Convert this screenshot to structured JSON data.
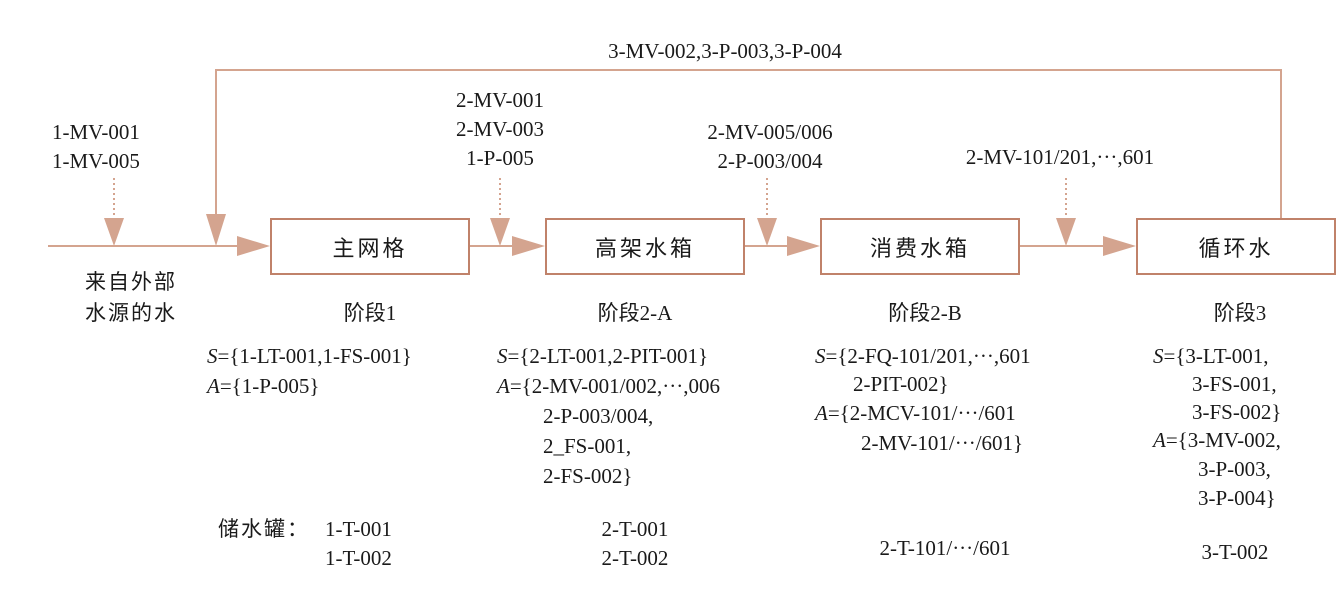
{
  "colors": {
    "line": "#d4a48f",
    "box_border": "#c0826a",
    "text": "#1a1a1a"
  },
  "top_loop_label": "3-MV-002,3-P-003,3-P-004",
  "source": {
    "valves": [
      "1-MV-001",
      "1-MV-005"
    ],
    "label": [
      "来自外部",
      "水源的水"
    ]
  },
  "actuators_1_2a": [
    "2-MV-001",
    "2-MV-003",
    "1-P-005"
  ],
  "actuators_2a_2b": [
    "2-MV-005/006",
    "2-P-003/004"
  ],
  "actuators_2b_3": "2-MV-101/201,···,601",
  "stages": [
    {
      "box": "主网格",
      "name": "阶段1",
      "S": "={1-LT-001,1-FS-001}",
      "A": [
        "={1-P-005}"
      ],
      "tanks_label": "储水罐：",
      "tanks": [
        "1-T-001",
        "1-T-002"
      ]
    },
    {
      "box": "高架水箱",
      "name": "阶段2-A",
      "S": "={2-LT-001,2-PIT-001}",
      "A": [
        "={2-MV-001/002,···,006",
        "2-P-003/004,",
        "2_FS-001,",
        "2-FS-002}"
      ],
      "tanks": [
        "2-T-001",
        "2-T-002"
      ]
    },
    {
      "box": "消费水箱",
      "name": "阶段2-B",
      "S": "={2-FQ-101/201,···,601",
      "S_cont": "2-PIT-002}",
      "A": [
        "={2-MCV-101/···/601",
        "2-MV-101/···/601}"
      ],
      "tanks": [
        "2-T-101/···/601"
      ]
    },
    {
      "box": "循环水",
      "name": "阶段3",
      "S": "={3-LT-001,",
      "S_cont": [
        "3-FS-001,",
        "3-FS-002}"
      ],
      "A": [
        "={3-MV-002,",
        "3-P-003,",
        "3-P-004}"
      ],
      "tanks": [
        "3-T-002"
      ]
    }
  ]
}
